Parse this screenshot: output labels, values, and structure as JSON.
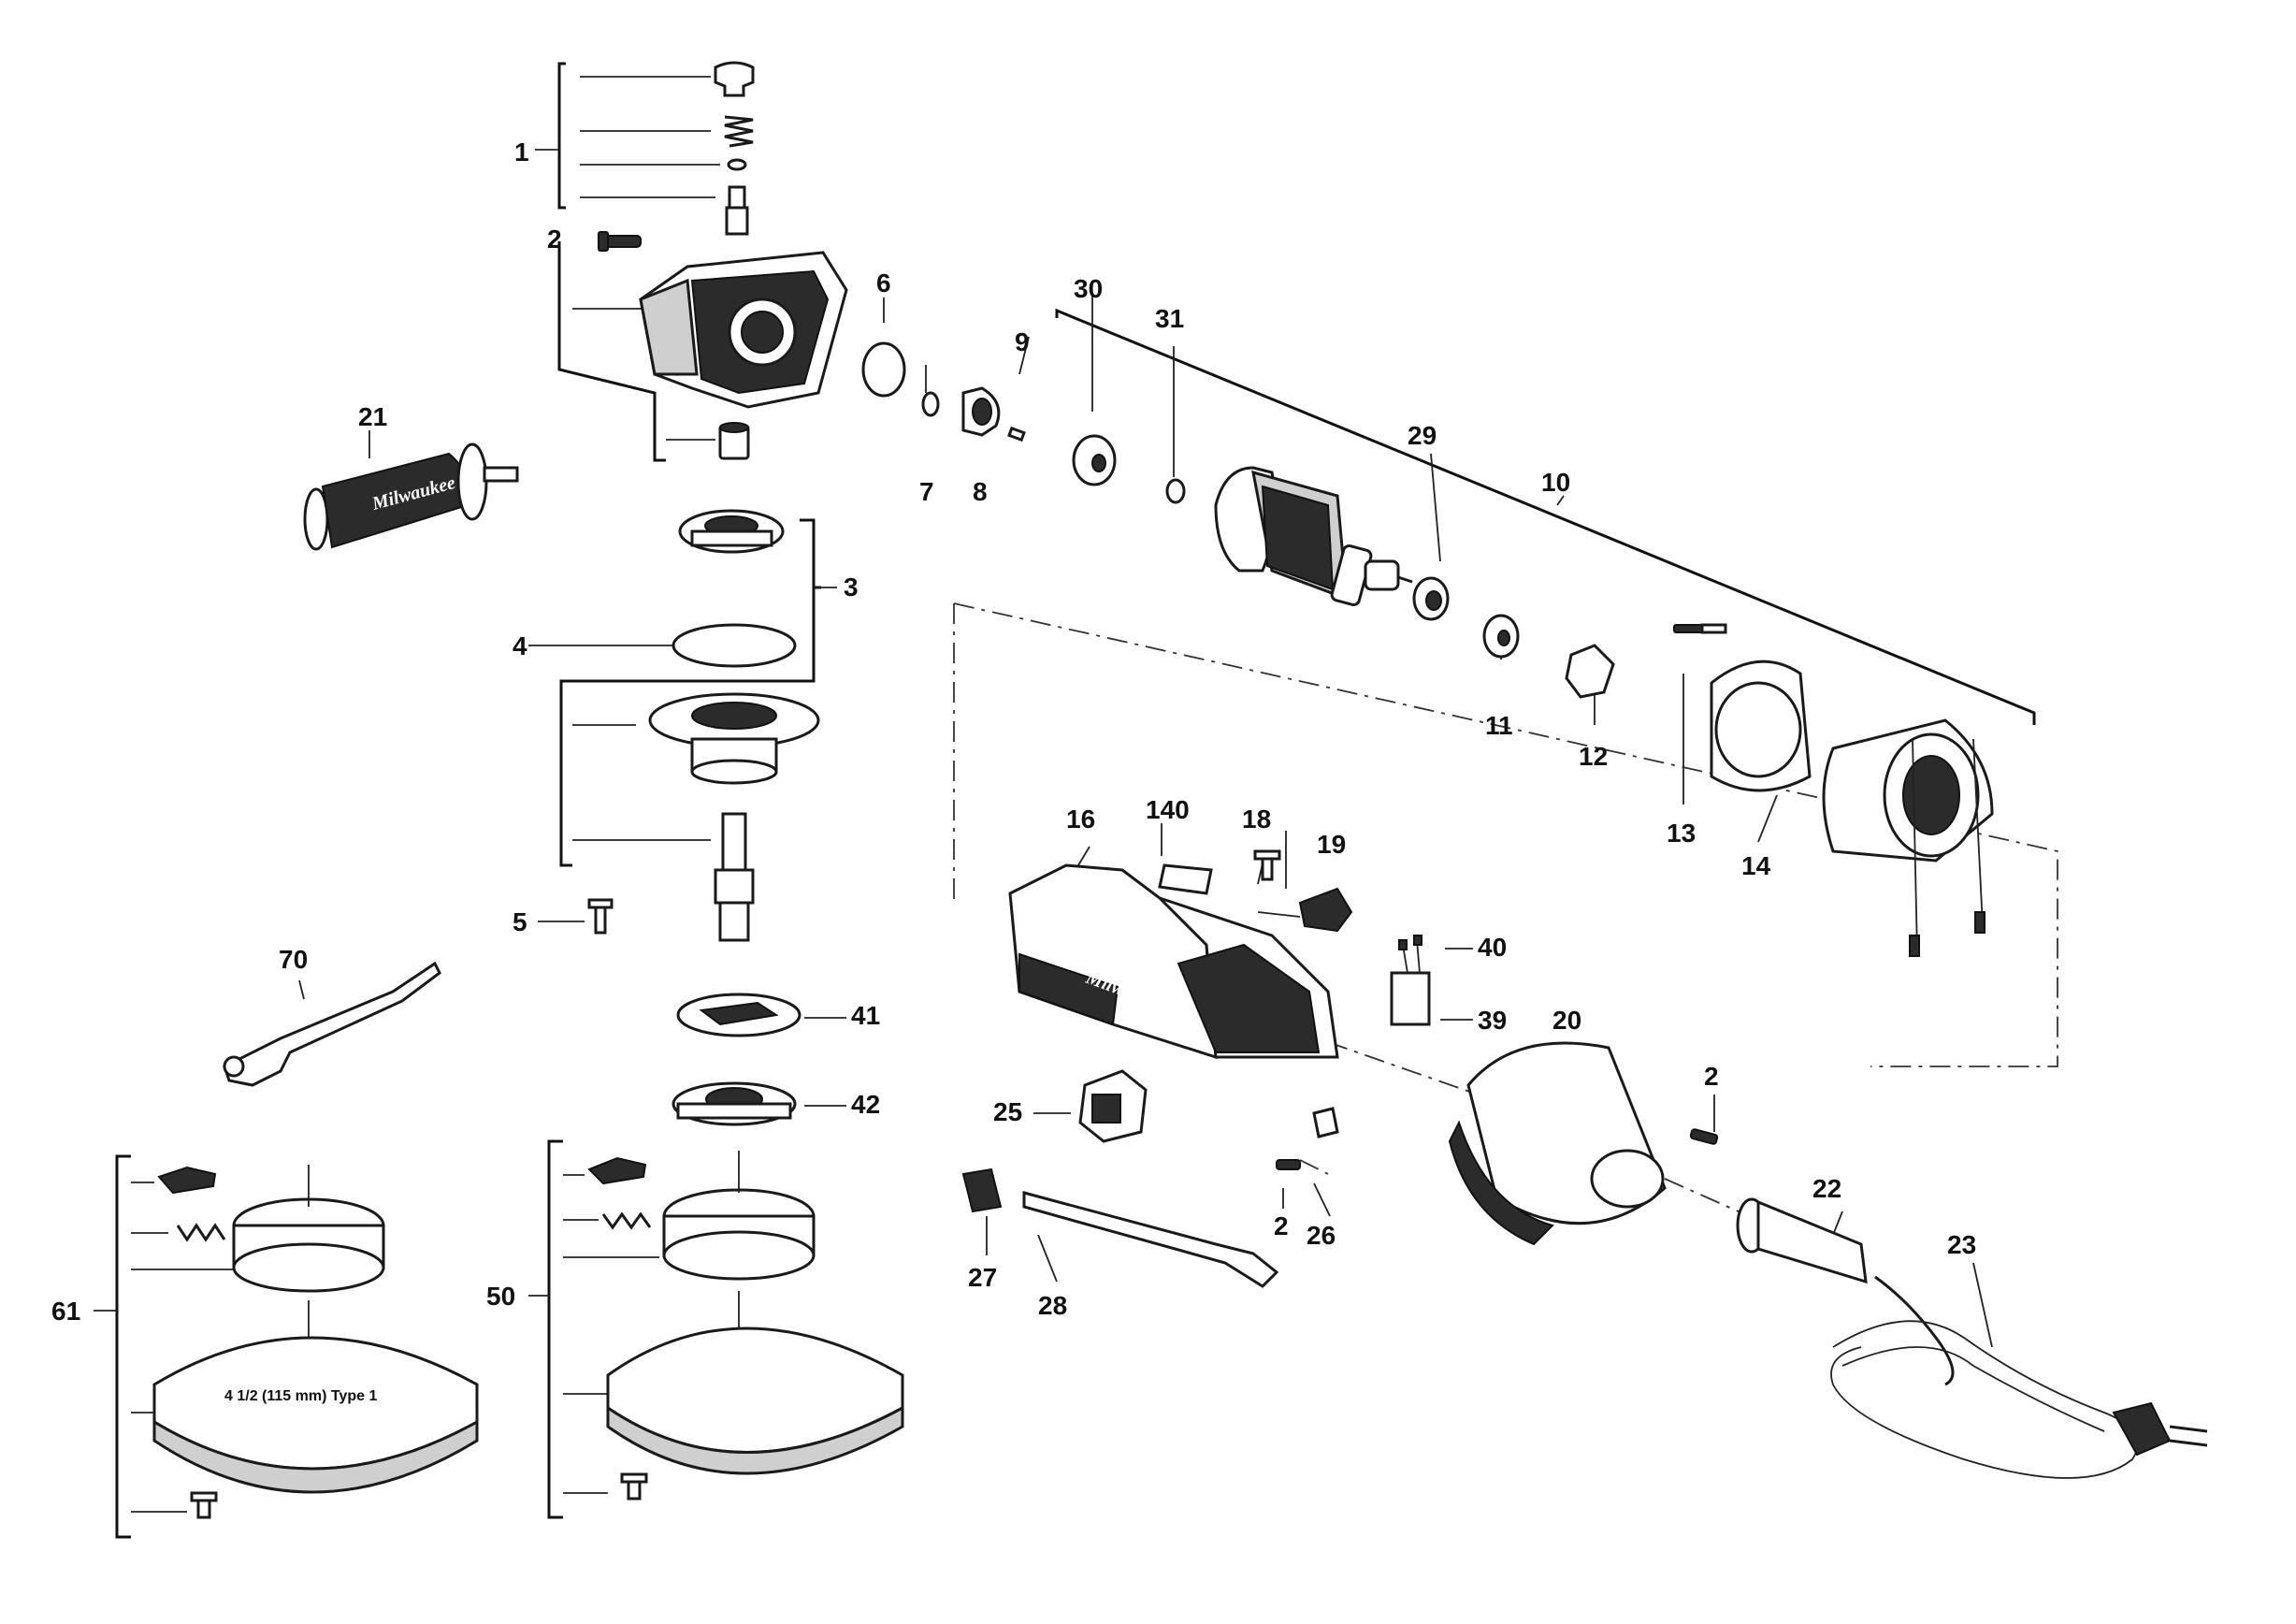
{
  "diagram": {
    "guard_marking": "4 1/2 (115 mm) Type 1",
    "brand_logo": "Milwaukee",
    "callouts": [
      "1",
      "2",
      "3",
      "4",
      "5",
      "6",
      "7",
      "8",
      "9",
      "10",
      "11",
      "12",
      "13",
      "14",
      "16",
      "18",
      "19",
      "20",
      "21",
      "22",
      "23",
      "25",
      "26",
      "27",
      "28",
      "29",
      "30",
      "31",
      "39",
      "40",
      "41",
      "42",
      "50",
      "61",
      "70",
      "140"
    ]
  }
}
